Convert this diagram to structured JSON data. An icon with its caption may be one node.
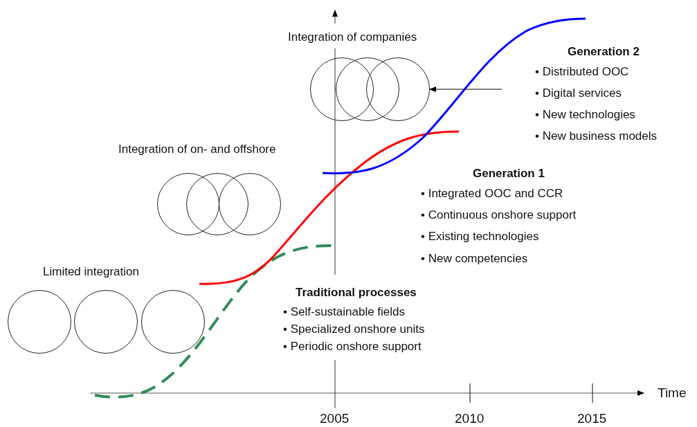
{
  "diagram": {
    "nodes": [
      {
        "text": [
          "Generation 2",
          "• Distributed OOC",
          "• Digital services",
          "• New technologies",
          "• New business models"
        ]
      },
      {
        "text": [],
        "shape": "circle"
      },
      {
        "text": [],
        "shape": "circle"
      },
      {
        "text": [],
        "shape": "circle"
      },
      {
        "text": [],
        "shape": "circle"
      },
      {
        "text": [],
        "shape": "circle"
      },
      {
        "text": [],
        "shape": "circle"
      },
      {
        "text": [],
        "shape": "circle"
      },
      {
        "text": [],
        "shape": "circle"
      },
      {
        "text": [],
        "shape": "circle"
      }
    ],
    "edges": [
      {
        "from": 0,
        "to": 3,
        "arrow": "to"
      }
    ],
    "labels": [
      "Integration of companies",
      "Integration of on- and offshore",
      "Generation 1",
      "• Integrated OOC and CCR",
      "• Continuous onshore support",
      "• Existing technologies",
      "• New competencies",
      "Limited integration",
      "Traditional processes",
      "• Self-sustainable fields",
      "• Specialized onshore units",
      "• Periodic onshore support",
      "Time",
      "2005",
      "2010",
      "2015"
    ]
  }
}
